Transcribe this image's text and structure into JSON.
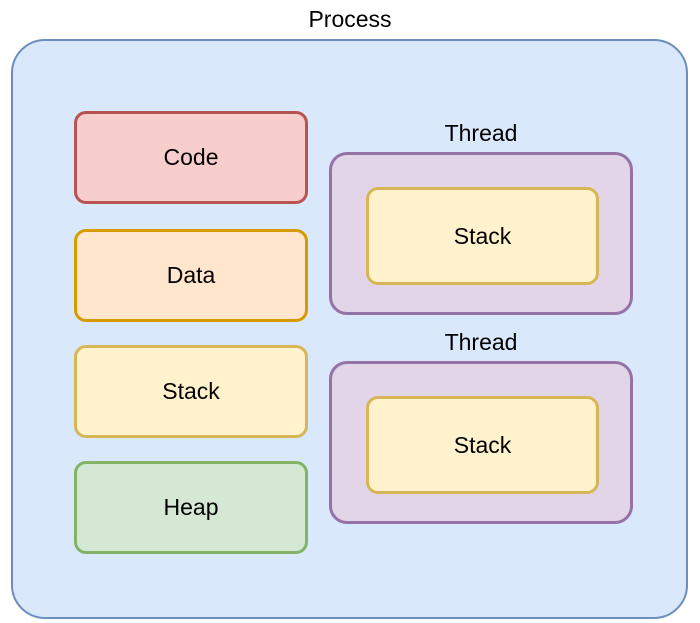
{
  "diagram": {
    "title": "Process",
    "type": "process-memory-layout",
    "colors": {
      "process_fill": "#dae8fc",
      "process_border": "#6c8ebf",
      "code_fill": "#f8cecc",
      "code_border": "#b85450",
      "data_fill": "#ffe6cc",
      "data_border": "#d79b00",
      "stack_fill": "#fff2cc",
      "stack_border": "#d6b656",
      "heap_fill": "#d5e8d4",
      "heap_border": "#82b366",
      "thread_fill": "#e1d5e7",
      "thread_border": "#9673a6",
      "text": "#000000",
      "background": "#ffffff"
    },
    "segments": [
      {
        "label": "Code"
      },
      {
        "label": "Data"
      },
      {
        "label": "Stack"
      },
      {
        "label": "Heap"
      }
    ],
    "threads": [
      {
        "label": "Thread",
        "stack_label": "Stack"
      },
      {
        "label": "Thread",
        "stack_label": "Stack"
      }
    ]
  }
}
